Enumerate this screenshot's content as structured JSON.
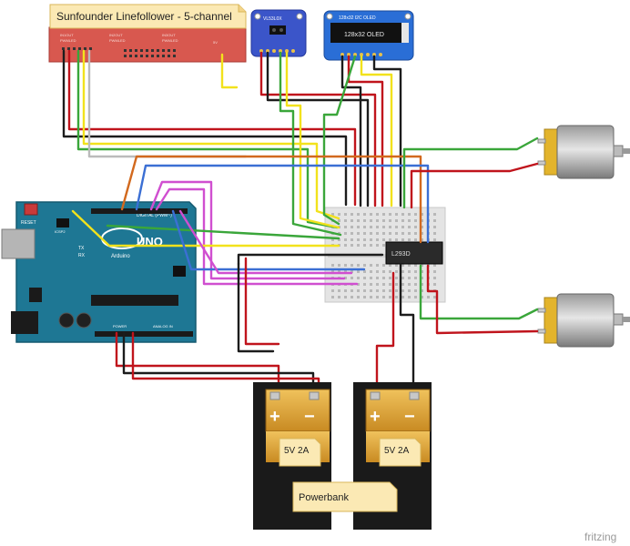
{
  "notes": {
    "linefollower": "Sunfounder Linefollower - 5-channel",
    "powerbank": "Powerbank"
  },
  "modules": {
    "vl53l0x": "VL53L0X",
    "oled_header": "128x32 I2C OLED",
    "oled_screen": "128x32 OLED",
    "driver_chip": "L293D",
    "arduino_brand": "UNO",
    "arduino_sub": "Arduino",
    "arduino_reset": "RESET",
    "arduino_icsp": "ICSP2",
    "arduino_tx": "TX",
    "arduino_rx": "RX",
    "arduino_digital": "DIGITAL (PWM~)",
    "arduino_power": "POWER",
    "arduino_analog": "ANALOG IN"
  },
  "batteries": [
    {
      "plus": "+",
      "minus": "−",
      "label": "5V 2A"
    },
    {
      "plus": "+",
      "minus": "−",
      "label": "5V 2A"
    }
  ],
  "watermark": "fritzing",
  "colors": {
    "red_wire": "#c0141c",
    "black_wire": "#1c1c1c",
    "yellow_wire": "#f2e21c",
    "green_wire": "#3aa63a",
    "blue_wire": "#3b6fd4",
    "orange_wire": "#d2691e",
    "magenta_wire": "#d04fd0",
    "arduino_board": "#1e7794",
    "sensor_board": "#d8584f",
    "vl53_board": "#3b55c9",
    "oled_board": "#2a6ed6",
    "battery_gold": "#e0a43a"
  }
}
